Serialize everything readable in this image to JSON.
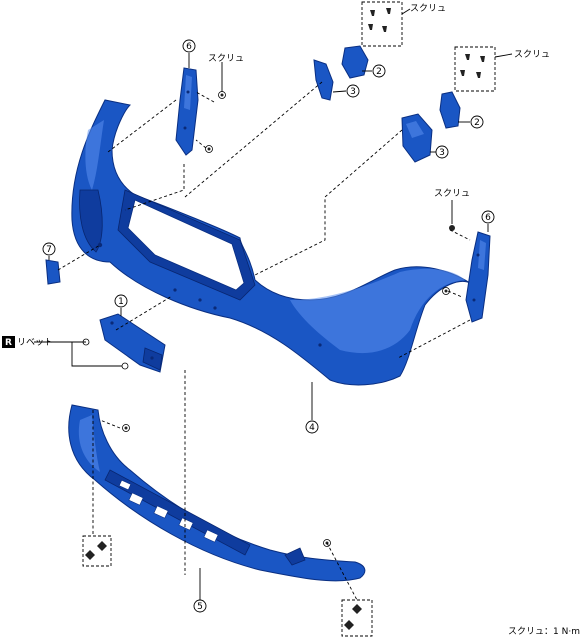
{
  "labels": {
    "screw": "スクリュ",
    "rivet": "リベット",
    "rivet_mark": "R",
    "footer": "スクリュ：1 N·m"
  },
  "callouts": {
    "c1": "1",
    "c2": "2",
    "c3": "3",
    "c4": "4",
    "c5": "5",
    "c6": "6",
    "c7": "7"
  },
  "colors": {
    "part_blue": "#1a56c4",
    "part_shadow": "#0a2f82",
    "highlight": "#5b8ff0"
  },
  "icons": {
    "screw": "screw-icon",
    "clip": "clip-icon",
    "rivet": "rivet-icon"
  }
}
